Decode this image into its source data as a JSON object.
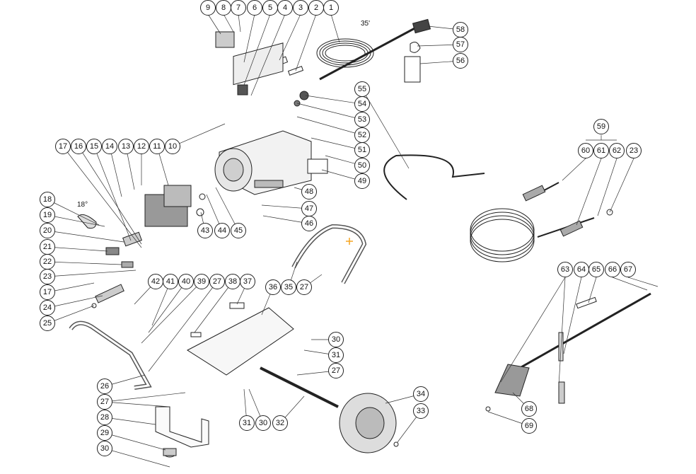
{
  "labels": {
    "1": "1",
    "2": "2",
    "3": "3",
    "4": "4",
    "5": "5",
    "6": "6",
    "7": "7",
    "8": "8",
    "9": "9",
    "10": "10",
    "11": "11",
    "12": "12",
    "13": "13",
    "14": "14",
    "15": "15",
    "16": "16",
    "17": "17",
    "18": "18",
    "19": "19",
    "20": "20",
    "21": "21",
    "22": "22",
    "23": "23",
    "24": "24",
    "25": "25",
    "26": "26",
    "27": "27",
    "28": "28",
    "29": "29",
    "30": "30",
    "31": "31",
    "32": "32",
    "33": "33",
    "34": "34",
    "35": "35",
    "36": "36",
    "37": "37",
    "38": "38",
    "39": "39",
    "40": "40",
    "41": "41",
    "42": "42",
    "43": "43",
    "44": "44",
    "45": "45",
    "46": "46",
    "47": "47",
    "48": "48",
    "49": "49",
    "50": "50",
    "51": "51",
    "52": "52",
    "53": "53",
    "54": "54",
    "55": "55",
    "56": "56",
    "57": "57",
    "58": "58",
    "59": "59",
    "60": "60",
    "61": "61",
    "62": "62",
    "63": "63",
    "64": "64",
    "65": "65",
    "66": "66",
    "67": "67",
    "68": "68",
    "69": "69"
  },
  "notes": {
    "hose_length": "35'",
    "elbow_angle": "18°"
  }
}
